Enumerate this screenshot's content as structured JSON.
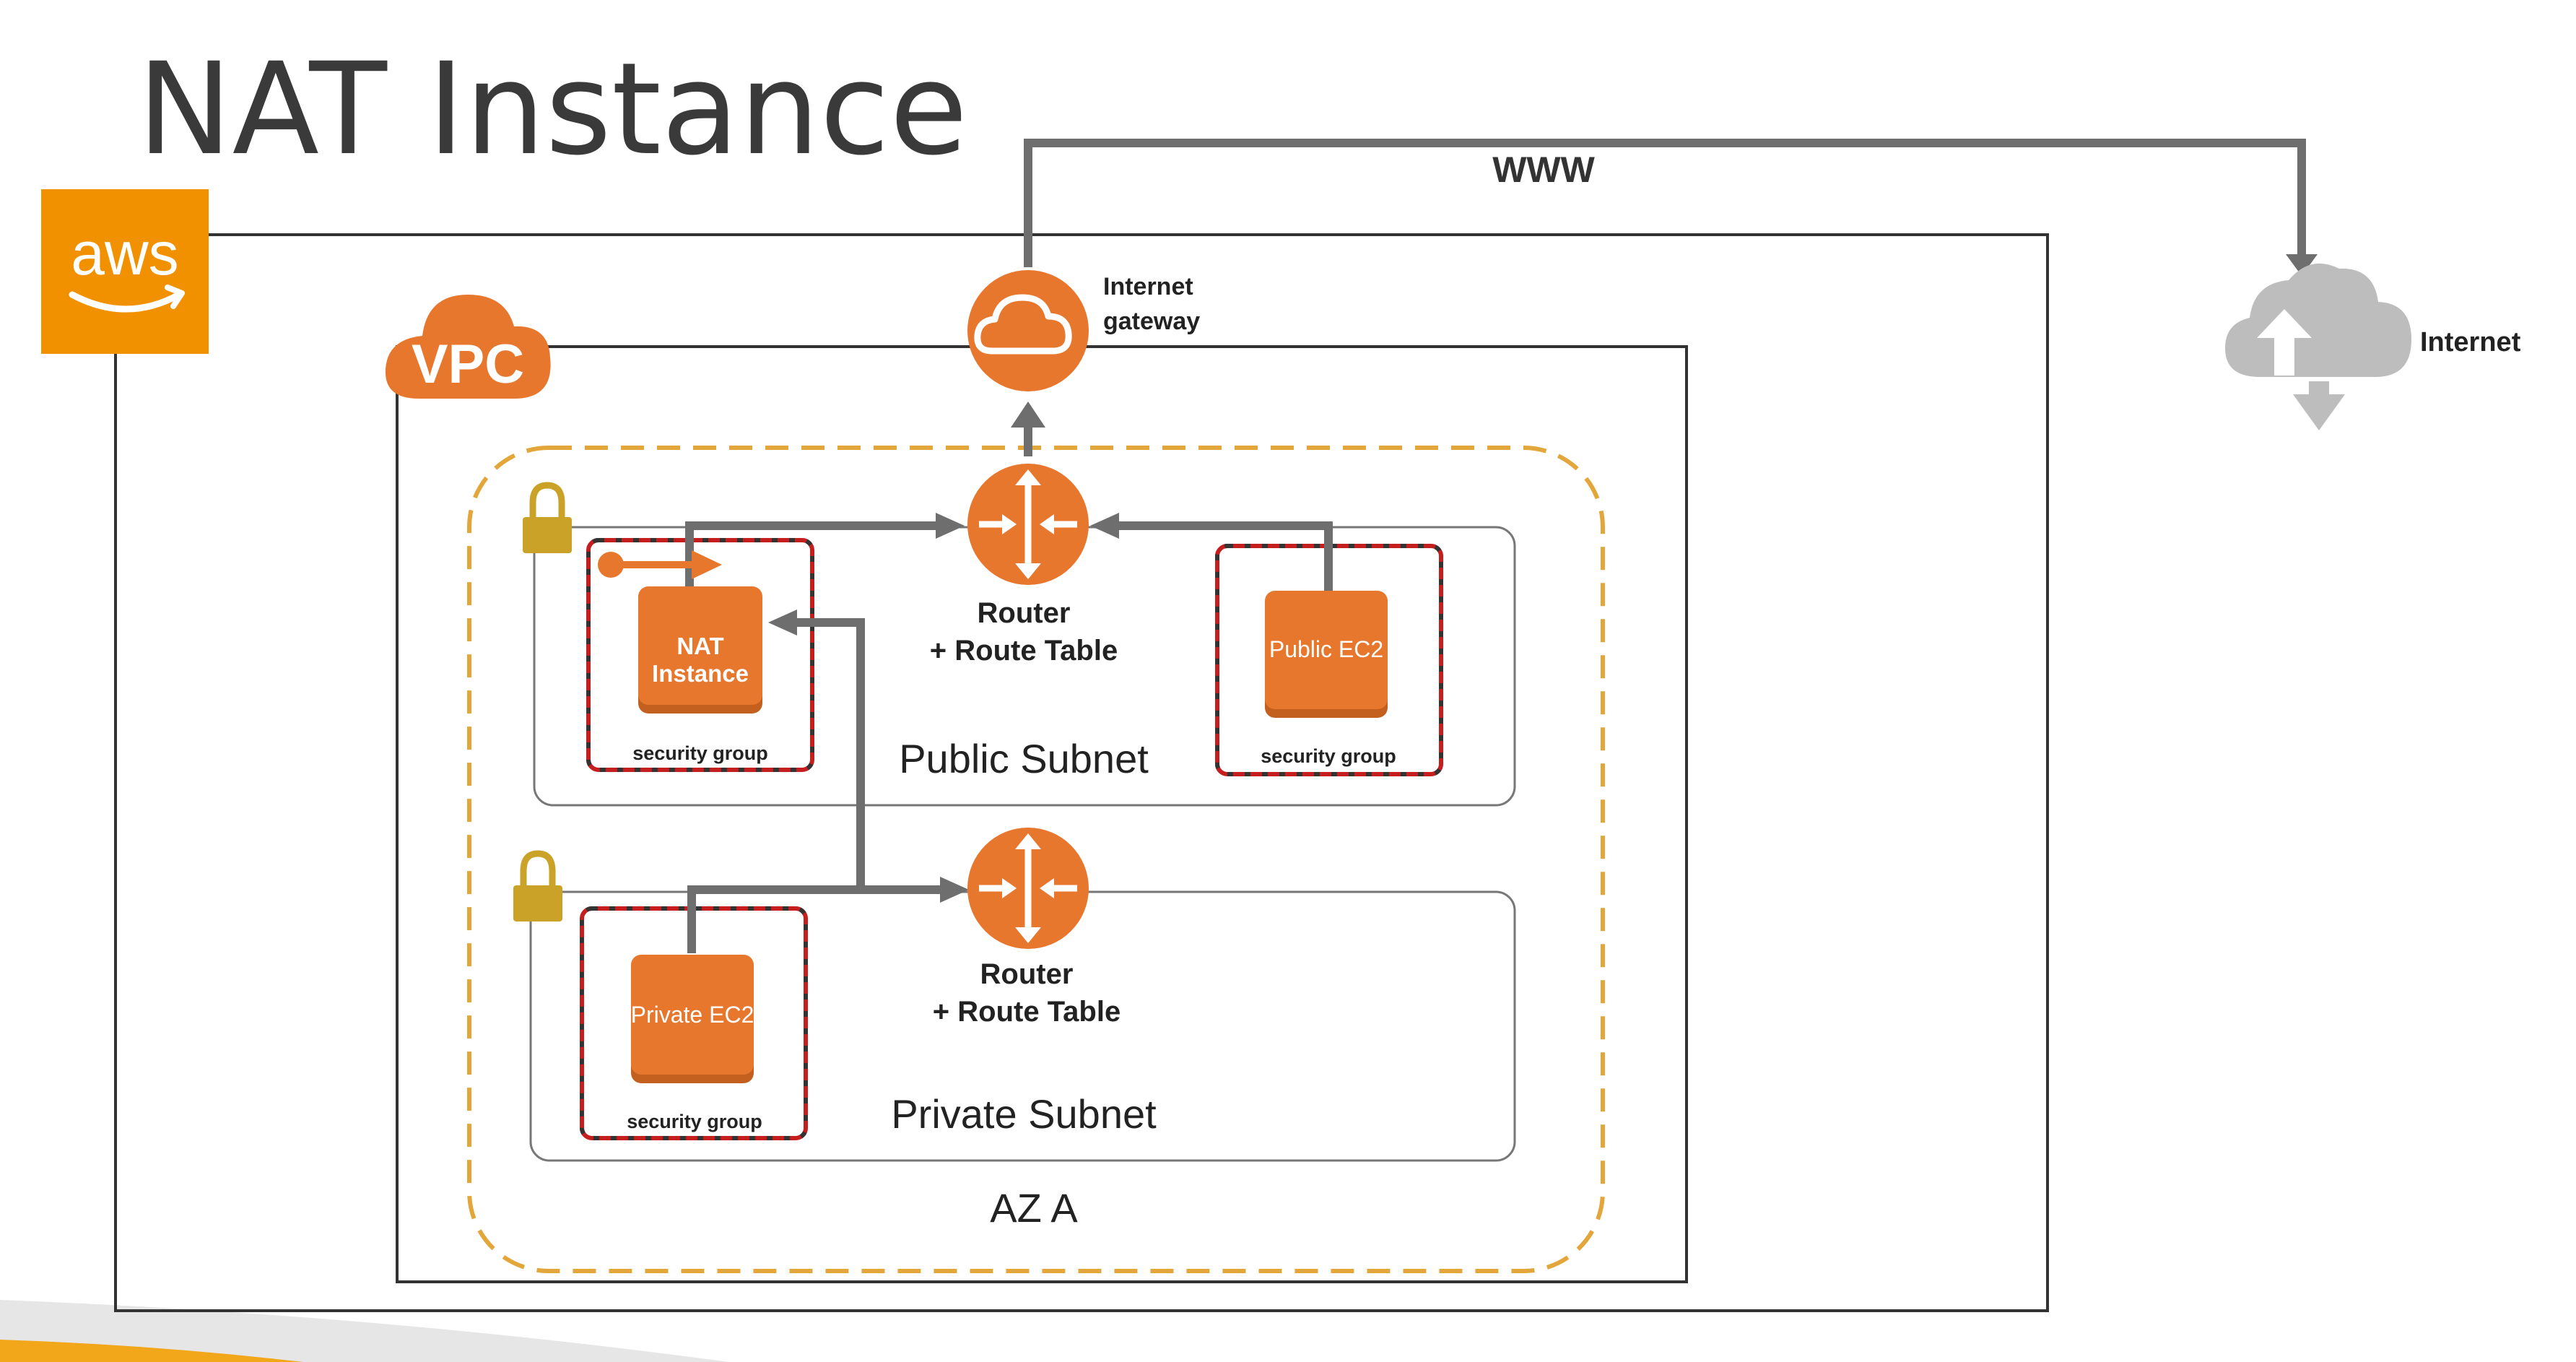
{
  "title": "NAT Instance",
  "aws_logo_text": "aws",
  "vpc_badge": "VPC",
  "www_label": "WWW",
  "internet_gateway": {
    "line1": "Internet",
    "line2": "gateway"
  },
  "internet_label": "Internet",
  "public_router": {
    "line1": "Router",
    "line2": "+ Route Table"
  },
  "private_router": {
    "line1": "Router",
    "line2": "+ Route Table"
  },
  "nat_instance": {
    "line1": "NAT",
    "line2": "Instance",
    "sg": "security group"
  },
  "public_ec2": {
    "label": "Public EC2",
    "sg": "security group"
  },
  "private_ec2": {
    "label": "Private EC2",
    "sg": "security group"
  },
  "public_subnet": "Public Subnet",
  "private_subnet": "Private Subnet",
  "az_label": "AZ A",
  "colors": {
    "aws_orange": "#F29100",
    "resource_orange": "#E8772E",
    "az_dash": "#E3A63A",
    "sg_red": "#C41E1E",
    "connector_gray": "#6E6E6E",
    "cloud_gray": "#BDBDBD",
    "lock_gold": "#C9A227"
  }
}
